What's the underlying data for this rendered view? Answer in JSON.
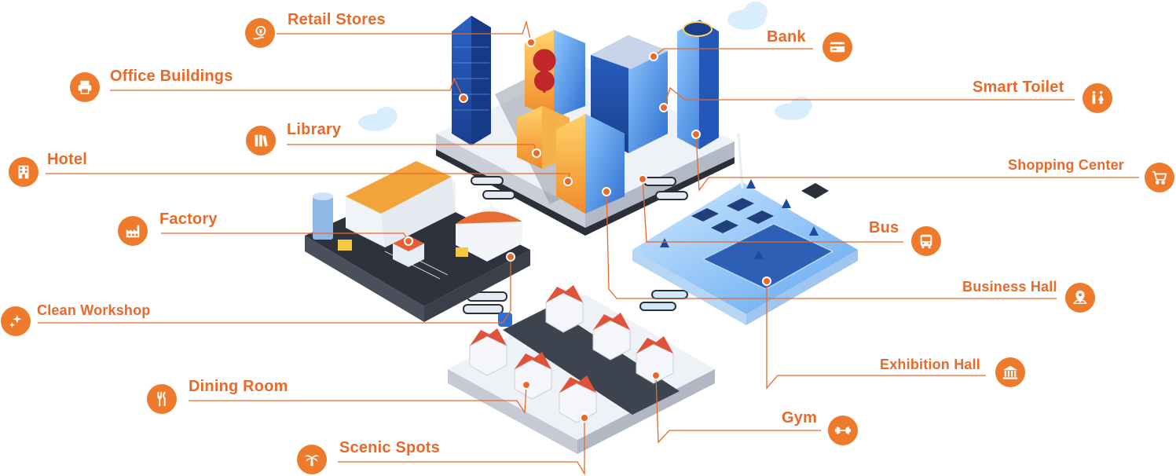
{
  "accent_color": "#ee7a2c",
  "labels": {
    "retail_stores": "Retail Stores",
    "office_buildings": "Office Buildings",
    "library": "Library",
    "hotel": "Hotel",
    "factory": "Factory",
    "clean_workshop": "Clean Workshop",
    "dining_room": "Dining Room",
    "scenic_spots": "Scenic Spots",
    "bank": "Bank",
    "smart_toilet": "Smart Toilet",
    "shopping_center": "Shopping Center",
    "bus": "Bus",
    "business_hall": "Business Hall",
    "exhibition_hall": "Exhibition Hall",
    "gym": "Gym"
  },
  "icons": {
    "retail_stores": "yen-hand-icon",
    "office_buildings": "printer-icon",
    "library": "books-icon",
    "hotel": "building-icon",
    "factory": "factory-icon",
    "clean_workshop": "sparkle-icon",
    "dining_room": "fork-knife-icon",
    "scenic_spots": "palm-tree-icon",
    "bank": "card-icon",
    "smart_toilet": "restroom-icon",
    "shopping_center": "cart-icon",
    "bus": "bus-icon",
    "business_hall": "map-pin-icon",
    "exhibition_hall": "museum-icon",
    "gym": "dumbbell-icon"
  }
}
